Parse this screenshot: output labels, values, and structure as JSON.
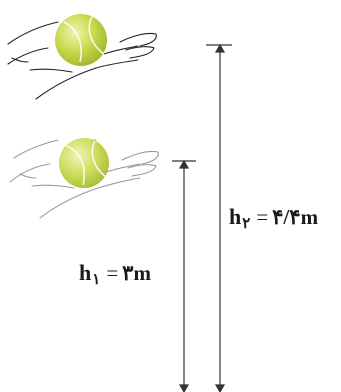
{
  "labels": {
    "h2": {
      "symbol": "h",
      "subscript": "۲",
      "equals": "=",
      "value": "۴/۴",
      "unit": "m"
    },
    "h1": {
      "symbol": "h",
      "subscript": "۱",
      "equals": "=",
      "value": "۳",
      "unit": "m"
    }
  },
  "colors": {
    "ball_fill": "#c7d94a",
    "ball_highlight": "#e6f0a0",
    "hand_top_stroke": "#222222",
    "hand_bottom_stroke": "#9a9a9a",
    "measure_line": "#333333"
  },
  "icons": {
    "top_figure": "hand-holding-ball",
    "bottom_figure": "hand-holding-ball-faded"
  }
}
